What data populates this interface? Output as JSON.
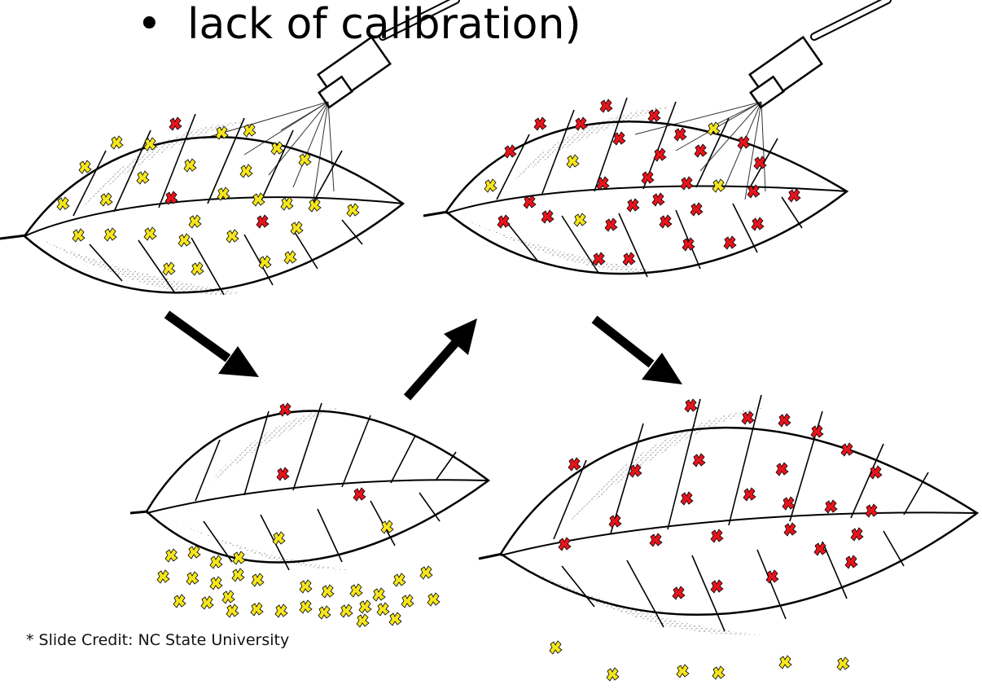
{
  "slide": {
    "bullet_symbol": "•",
    "bullet_text": "lack of calibration)",
    "credit": "* Slide Credit: NC State University"
  },
  "colors": {
    "susceptible_insect": "#f5e61e",
    "resistant_insect": "#e8141c",
    "outline": "#000000",
    "background": "#ffffff"
  },
  "panels": [
    {
      "name": "leaf-sprayed-mixed",
      "sprayed": true
    },
    {
      "name": "leaf-survivors",
      "sprayed": false
    },
    {
      "name": "leaf-sprayed-resistant",
      "sprayed": true
    },
    {
      "name": "leaf-resistant-population",
      "sprayed": false
    }
  ]
}
